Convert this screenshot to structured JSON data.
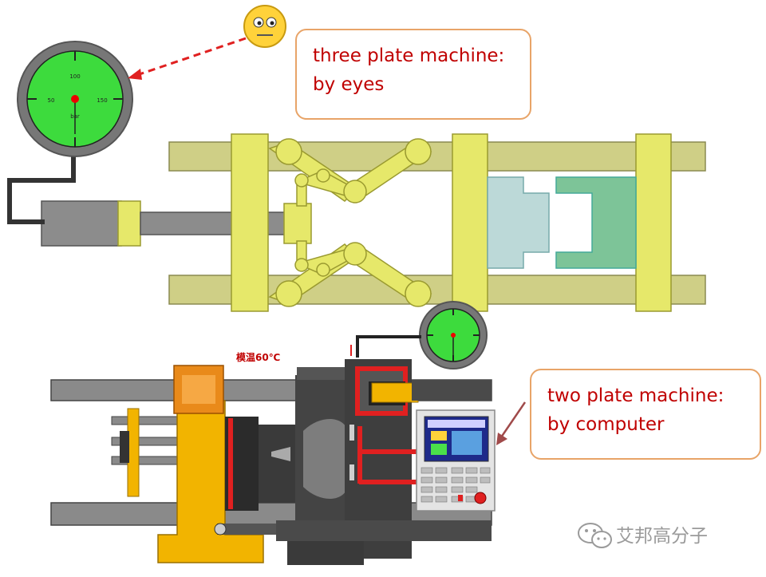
{
  "callouts": {
    "three_plate_line1": "three plate machine:",
    "three_plate_line2": "by eyes",
    "two_plate_line1": "two plate machine:",
    "two_plate_line2": "by computer"
  },
  "gauge": {
    "label_top": "100",
    "label_left": "50",
    "label_right": "150",
    "label_unit": "bar"
  },
  "mold_temp_label": "模温60℃",
  "watermark_text": "艾邦高分子",
  "colors": {
    "accent_text": "#c00000",
    "callout_border": "#e8a468",
    "machine_yellow": "#e6e86a",
    "gauge_green": "#3ddb3d",
    "rod_olive": "#cfcf86",
    "hydraulic_red": "#e02020",
    "platen_orange": "#f2b400"
  },
  "icons": [
    "smiley-face-icon",
    "pressure-gauge-icon",
    "control-panel-icon",
    "wechat-icon"
  ]
}
